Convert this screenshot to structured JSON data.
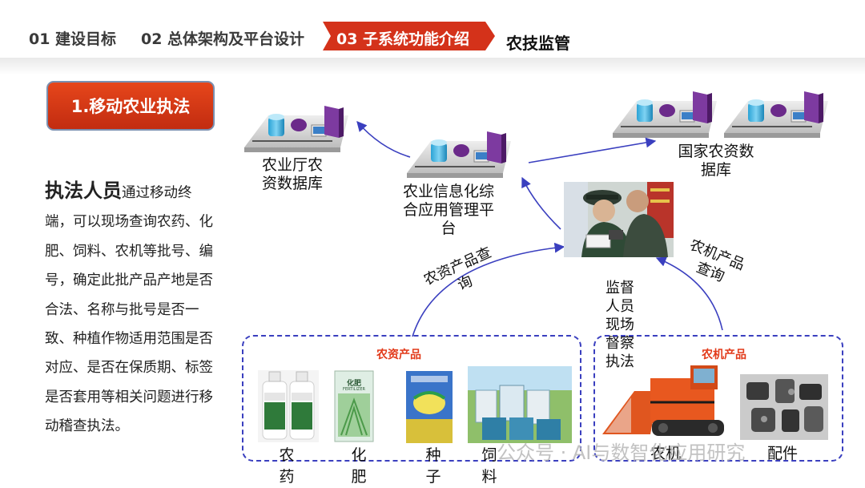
{
  "header": {
    "nav_items": [
      "01 建设目标",
      "02 总体架构及平台设计"
    ],
    "active_item": "03   子系统功能介绍",
    "current_page": "农技监管"
  },
  "section": {
    "badge": "1.移动农业执法"
  },
  "intro": {
    "lead": "执法人员",
    "body": "通过移动终端，可以现场查询农药、化肥、饲料、农机等批号、编号，确定此批产品产地是否合法、名称与批号是否一致、种植作物适用范围是否对应、是否在保质期、标签是否套用等相关问题进行移动稽查执法。"
  },
  "diagram": {
    "nodes": {
      "provincial_db": "农业厅农资数据库",
      "platform": "农业信息化综合应用管理平台",
      "national_db": "国家农资数据库"
    },
    "queries": {
      "agri_supply": "农资产品查询",
      "agri_machine": "农机产品查询"
    },
    "inspector": "监督人员现场督察执法",
    "groups": {
      "agri_supply": {
        "title": "农资产品",
        "items": [
          "农药",
          "化肥",
          "种子",
          "饲料"
        ]
      },
      "agri_machine": {
        "title": "农机产品",
        "items": [
          "农机",
          "配件"
        ]
      }
    },
    "product_text": {
      "fertilizer_cn": "化肥",
      "fertilizer_en": "FERTILIZER"
    }
  },
  "watermark": "公众号 · AI与数智化应用研究",
  "colors": {
    "accent_red": "#d4321a",
    "arrow_blue": "#3a3fbf",
    "server_purple": "#6b2a8a"
  }
}
